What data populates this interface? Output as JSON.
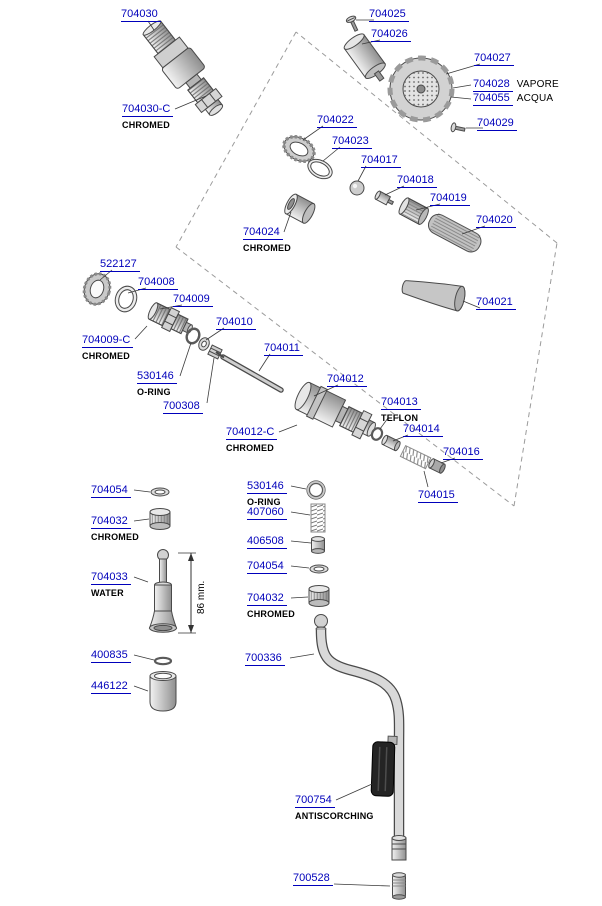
{
  "colors": {
    "link": "#0000bb",
    "text": "#000000",
    "background": "#ffffff"
  },
  "dimension_label": "86 mm.",
  "labels": [
    {
      "num": "704030",
      "sub": ""
    },
    {
      "num": "704025",
      "sub": ""
    },
    {
      "num": "704026",
      "sub": ""
    },
    {
      "num": "704027",
      "sub": ""
    },
    {
      "num": "704028",
      "sub": "VAPORE"
    },
    {
      "num": "704055",
      "sub": "ACQUA"
    },
    {
      "num": "704029",
      "sub": ""
    },
    {
      "num": "704030-C",
      "sub": "CHROMED"
    },
    {
      "num": "704022",
      "sub": ""
    },
    {
      "num": "704023",
      "sub": ""
    },
    {
      "num": "704017",
      "sub": ""
    },
    {
      "num": "704018",
      "sub": ""
    },
    {
      "num": "704019",
      "sub": ""
    },
    {
      "num": "704020",
      "sub": ""
    },
    {
      "num": "704024",
      "sub": "CHROMED"
    },
    {
      "num": "704021",
      "sub": ""
    },
    {
      "num": "522127",
      "sub": ""
    },
    {
      "num": "704008",
      "sub": ""
    },
    {
      "num": "704009",
      "sub": ""
    },
    {
      "num": "704010",
      "sub": ""
    },
    {
      "num": "704009-C",
      "sub": "CHROMED"
    },
    {
      "num": "704011",
      "sub": ""
    },
    {
      "num": "530146",
      "sub": "O-RING"
    },
    {
      "num": "704012",
      "sub": ""
    },
    {
      "num": "700308",
      "sub": ""
    },
    {
      "num": "704013",
      "sub": "TEFLON"
    },
    {
      "num": "704014",
      "sub": ""
    },
    {
      "num": "704012-C",
      "sub": "CHROMED"
    },
    {
      "num": "704016",
      "sub": ""
    },
    {
      "num": "704015",
      "sub": ""
    },
    {
      "num": "704054",
      "sub": ""
    },
    {
      "num": "530146",
      "sub": "O-RING"
    },
    {
      "num": "704032",
      "sub": "CHROMED"
    },
    {
      "num": "407060",
      "sub": ""
    },
    {
      "num": "406508",
      "sub": ""
    },
    {
      "num": "704054",
      "sub": ""
    },
    {
      "num": "704033",
      "sub": "WATER"
    },
    {
      "num": "704032",
      "sub": "CHROMED"
    },
    {
      "num": "400835",
      "sub": ""
    },
    {
      "num": "700336",
      "sub": ""
    },
    {
      "num": "446122",
      "sub": ""
    },
    {
      "num": "700754",
      "sub": "ANTISCORCHING"
    },
    {
      "num": "700528",
      "sub": ""
    }
  ]
}
